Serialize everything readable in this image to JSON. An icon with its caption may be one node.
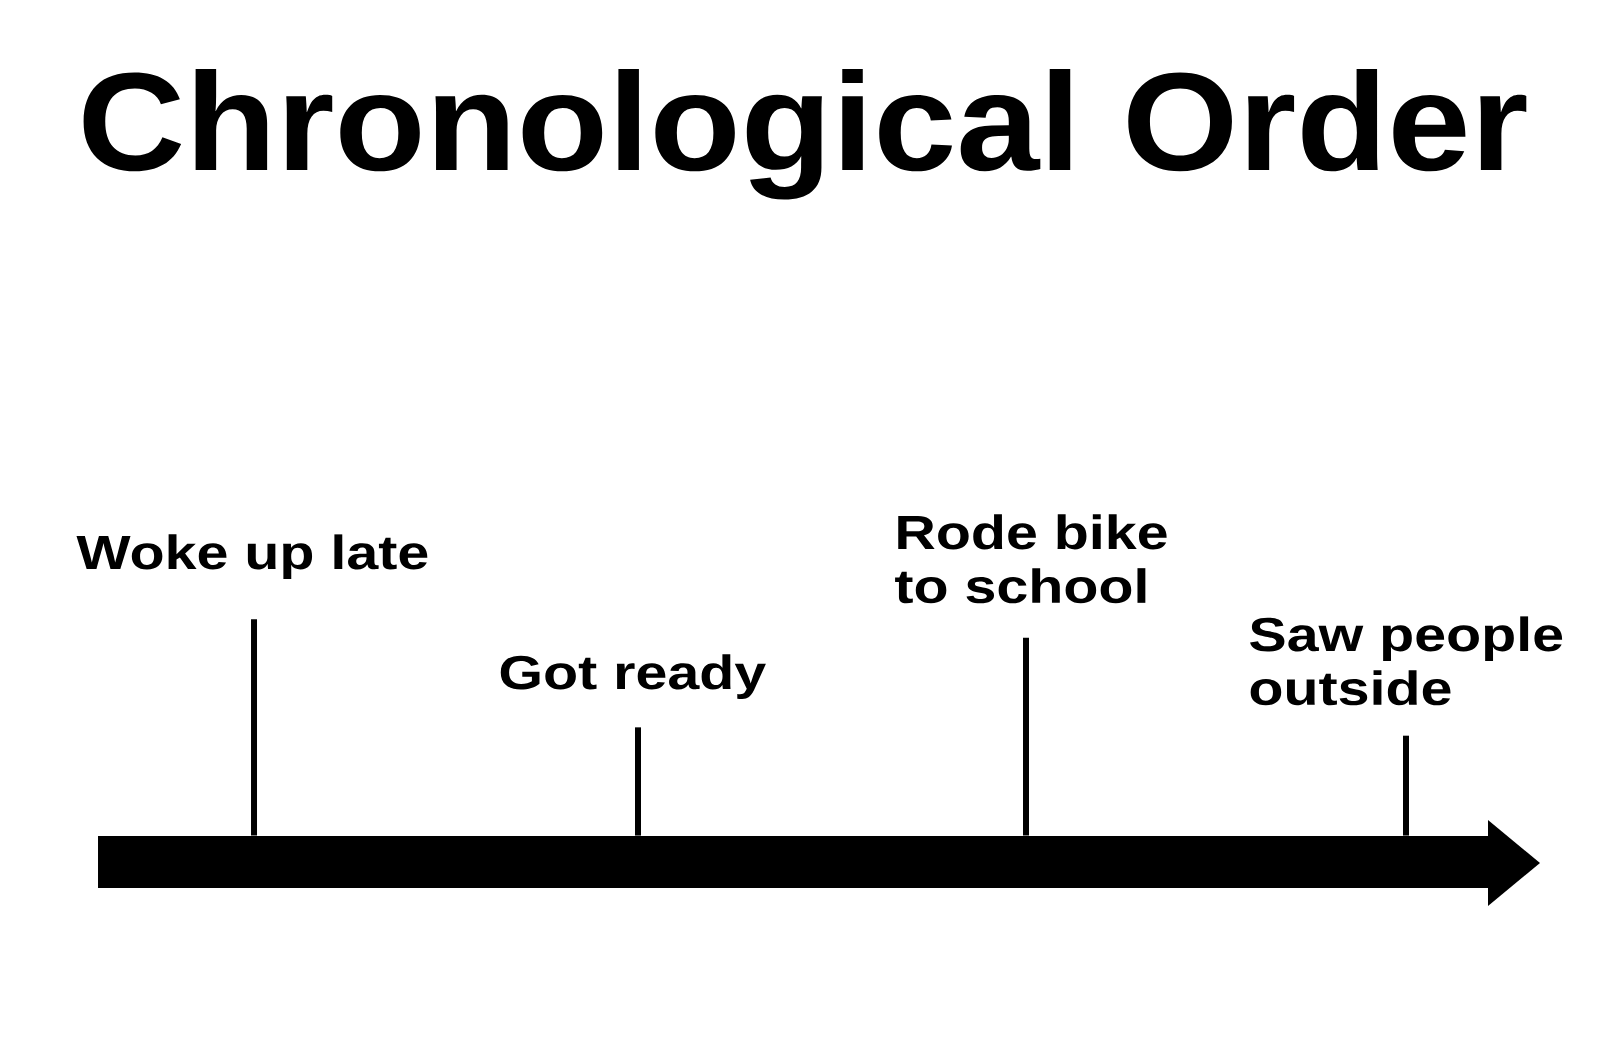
{
  "diagram": {
    "title": "Chronological Order",
    "nodes": [
      {
        "text": [
          "Woke up late"
        ]
      },
      {
        "text": [
          "Got ready"
        ]
      },
      {
        "text": [
          "Rode bike to school"
        ]
      },
      {
        "text": [
          "Saw people outside"
        ]
      },
      {
        "text": [],
        "shape": "arrow"
      }
    ],
    "edges": [
      {
        "from": 0,
        "to": 4,
        "arrow": "none"
      },
      {
        "from": 1,
        "to": 4,
        "arrow": "none"
      },
      {
        "from": 2,
        "to": 4,
        "arrow": "none"
      },
      {
        "from": 3,
        "to": 4,
        "arrow": "none"
      }
    ]
  }
}
